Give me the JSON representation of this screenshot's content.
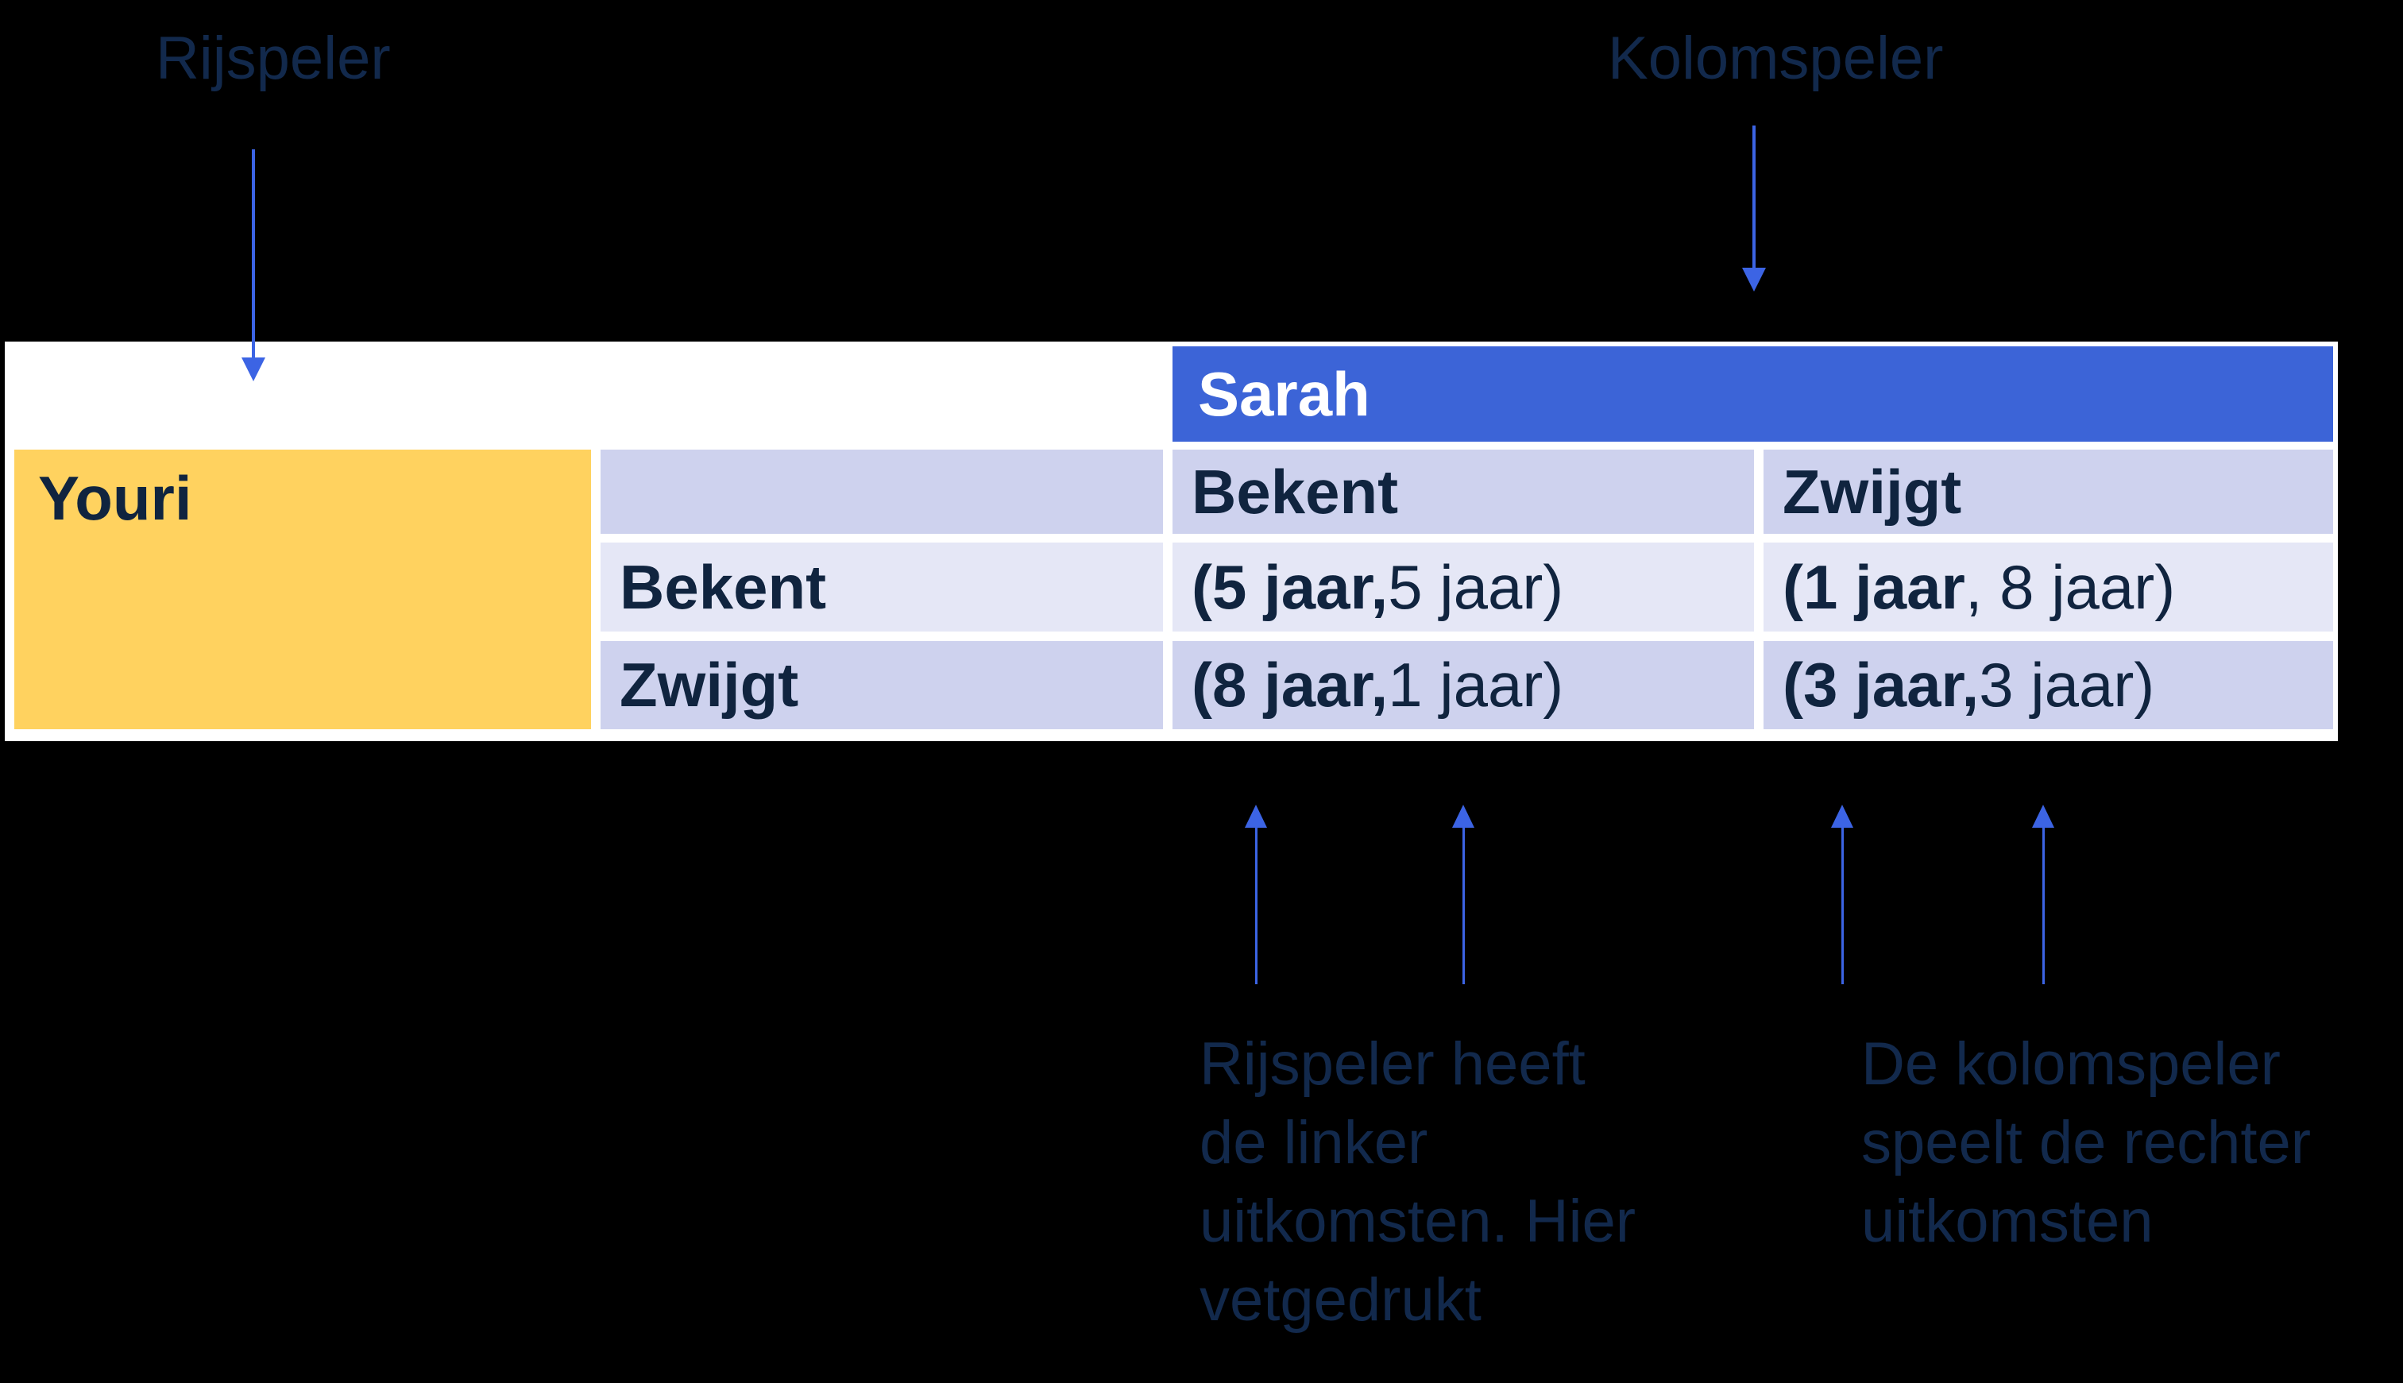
{
  "colors": {
    "background": "#000000",
    "table_white": "#FFFFFF",
    "header_blue": "#3C64D7",
    "youri_yellow": "#FFD25F",
    "row_band_dark": "#CED2EE",
    "row_band_light": "#E5E7F6",
    "navy_text": "#10243F",
    "label_text": "#12294C",
    "arrow_blue": "#3C64E4"
  },
  "labels": {
    "row_player": "Rijspeler",
    "column_player": "Kolomspeler"
  },
  "table": {
    "column_player_name": "Sarah",
    "row_player_name": "Youri",
    "column_strategies": [
      "Bekent",
      "Zwijgt"
    ],
    "row_strategies": [
      "Bekent",
      "Zwijgt"
    ],
    "payoffs": {
      "confess_confess": {
        "bold": "(5 jaar,",
        "rest": " 5 jaar)"
      },
      "confess_silent": {
        "bold": "(1 jaar",
        "rest": " , 8 jaar)"
      },
      "silent_confess": {
        "bold": "(8 jaar,",
        "rest": " 1 jaar)"
      },
      "silent_silent": {
        "bold": "(3 jaar,",
        "rest": " 3 jaar)"
      }
    }
  },
  "annotations": {
    "left_lines": [
      "Rijspeler heeft",
      "de linker",
      "uitkomsten. Hier",
      "vetgedrukt"
    ],
    "right_lines": [
      "De kolomspeler",
      "speelt de rechter",
      "uitkomsten"
    ]
  }
}
